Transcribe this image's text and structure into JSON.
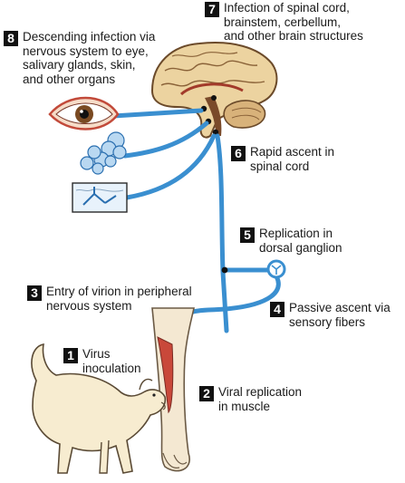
{
  "steps": [
    {
      "num": "1",
      "text": "Virus\ninoculation"
    },
    {
      "num": "2",
      "text": "Viral replication\nin muscle"
    },
    {
      "num": "3",
      "text": "Entry of virion in peripheral\nnervous system"
    },
    {
      "num": "4",
      "text": "Passive ascent via\nsensory fibers"
    },
    {
      "num": "5",
      "text": "Replication in\ndorsal ganglion"
    },
    {
      "num": "6",
      "text": "Rapid ascent in\nspinal cord"
    },
    {
      "num": "7",
      "text": "Infection of spinal cord,\nbrainstem, cerbellum,\nand other brain structures"
    },
    {
      "num": "8",
      "text": "Descending infection via\nnervous system to eye,\nsalivary glands, skin,\nand other organs"
    }
  ],
  "colors": {
    "nerve": "#3a8fd0",
    "brain": "#e7c98e",
    "skin": "#f7ecd0",
    "muscle": "#c9483a",
    "gland": "#9ec7ea"
  }
}
